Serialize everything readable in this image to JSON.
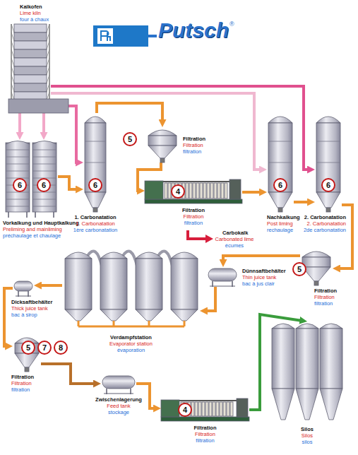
{
  "diagram": {
    "title": "Putsch",
    "nodes": [
      {
        "text": [
          "Kalkofen",
          "Lime kiln",
          "four à chaux"
        ]
      },
      {
        "text": [
          "Vorkalkung und Hauptkalkung",
          "Preliming and mainliming",
          "préchaulage et chaulage"
        ]
      },
      {
        "text": [
          "1. Carbonatation",
          "1. Carbonatation",
          "1ère carbonatation"
        ]
      },
      {
        "text": [
          "Filtration",
          "Filtration",
          "filtration"
        ]
      },
      {
        "text": [
          "Filtration",
          "Filtration",
          "filtration"
        ]
      },
      {
        "text": [
          "Nachkalkung",
          "Post liming",
          "rechaulage"
        ]
      },
      {
        "text": [
          "2. Carbonatation",
          "2. Carbonatation",
          "2de carbonatation"
        ]
      },
      {
        "text": [
          "Filtration",
          "Filtration",
          "filtration"
        ]
      },
      {
        "text": [
          "Dünnsaftbehälter",
          "Thin juice tank",
          "bac à jus clair"
        ]
      },
      {
        "text": [
          "Verdampfstation",
          "Evaporator station",
          "évaporation"
        ]
      },
      {
        "text": [
          "Dicksaftbehälter",
          "Thick juice tank",
          "bac à sirop"
        ]
      },
      {
        "text": [
          "Filtration",
          "Filtration",
          "filtration"
        ]
      },
      {
        "text": [
          "Zwischenlagerung",
          "Feed tank",
          "stockage"
        ]
      },
      {
        "text": [
          "Filtration",
          "Filtration",
          "filtration"
        ]
      },
      {
        "text": [
          "Silos",
          "Silos",
          "silos"
        ]
      }
    ],
    "edges": [
      {
        "from": 0,
        "to": 1,
        "arrow": "to"
      },
      {
        "from": 0,
        "to": 2,
        "arrow": "to"
      },
      {
        "from": 0,
        "to": 5,
        "arrow": "to"
      },
      {
        "from": 0,
        "to": 6,
        "arrow": "to"
      },
      {
        "from": 1,
        "to": 2,
        "arrow": "to"
      },
      {
        "from": 2,
        "to": 3,
        "arrow": "to"
      },
      {
        "from": 3,
        "to": 4,
        "arrow": "to"
      },
      {
        "from": 4,
        "to": 5,
        "arrow": "to"
      },
      {
        "from": 5,
        "to": 6,
        "arrow": "to"
      },
      {
        "from": 6,
        "to": 7,
        "arrow": "to"
      },
      {
        "from": 7,
        "to": 8,
        "arrow": "to"
      },
      {
        "from": 8,
        "to": 9,
        "arrow": "to"
      },
      {
        "from": 9,
        "to": 10,
        "arrow": "to"
      },
      {
        "from": 10,
        "to": 11,
        "arrow": "to"
      },
      {
        "from": 11,
        "to": 12,
        "arrow": "to"
      },
      {
        "from": 12,
        "to": 13,
        "arrow": "to"
      },
      {
        "from": 13,
        "to": 14,
        "arrow": "to"
      }
    ],
    "labels": [
      "®",
      "6",
      "6",
      "6",
      "5",
      "4",
      "6",
      "6",
      "Carbokalk",
      "Carbonated lime",
      "écumes",
      "5",
      "5",
      "7",
      "8",
      "4"
    ]
  }
}
